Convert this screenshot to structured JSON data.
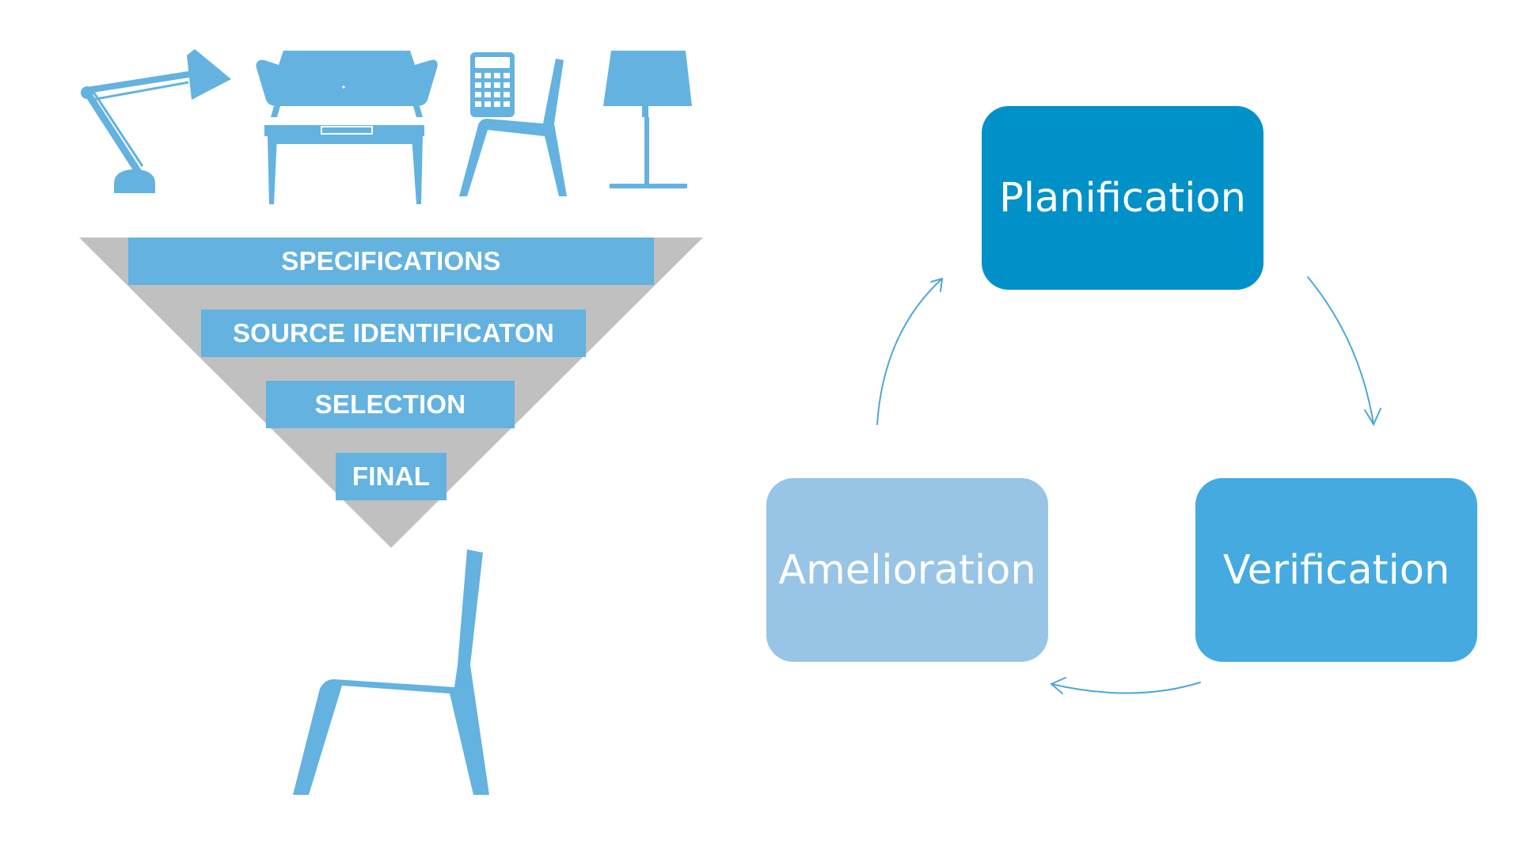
{
  "colors": {
    "icon_blue": "#63b2e0",
    "funnel_gray": "#c0c0c0",
    "planification_fill": "#0091c8",
    "verification_fill": "#44aae0",
    "amelioration_fill": "#98c4e6",
    "arrow_stroke": "#4fa6d8"
  },
  "icons": [
    "desk-lamp-icon",
    "sofa-icon",
    "desk-icon",
    "calculator-icon",
    "chair-icon",
    "table-lamp-icon",
    "final-chair-icon"
  ],
  "funnel": {
    "stages": [
      {
        "label": "SPECIFICATIONS"
      },
      {
        "label": "SOURCE IDENTIFICATON"
      },
      {
        "label": "SELECTION"
      },
      {
        "label": "FINAL"
      }
    ]
  },
  "cycle": {
    "steps": [
      {
        "label": "Planification"
      },
      {
        "label": "Verification"
      },
      {
        "label": "Amelioration"
      }
    ],
    "flow": [
      "Planification",
      "Verification",
      "Amelioration",
      "Planification"
    ]
  }
}
